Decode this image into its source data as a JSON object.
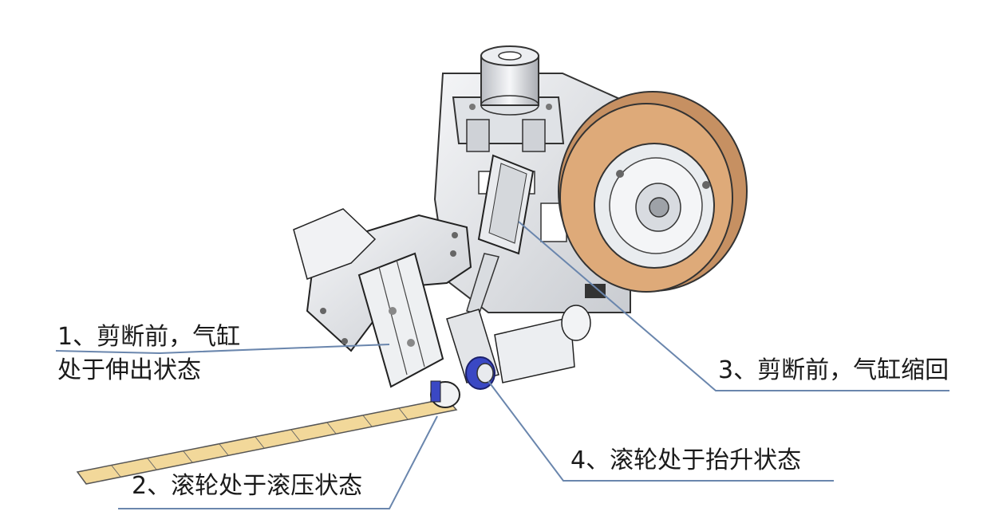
{
  "callouts": [
    {
      "id": "1",
      "line1": "1、剪断前，气缸",
      "line2": "处于伸出状态"
    },
    {
      "id": "2",
      "line1": "2、滚轮处于滚压状态"
    },
    {
      "id": "3",
      "line1": "3、剪断前，气缸缩回"
    },
    {
      "id": "4",
      "line1": "4、滚轮处于抬升状态"
    }
  ],
  "colors": {
    "leader_line": "#6a86ad",
    "tape": "#f2d89a",
    "roller_face": "#deaa79",
    "steel": "#e6e8eb",
    "blue_roller": "#3a48c4"
  }
}
